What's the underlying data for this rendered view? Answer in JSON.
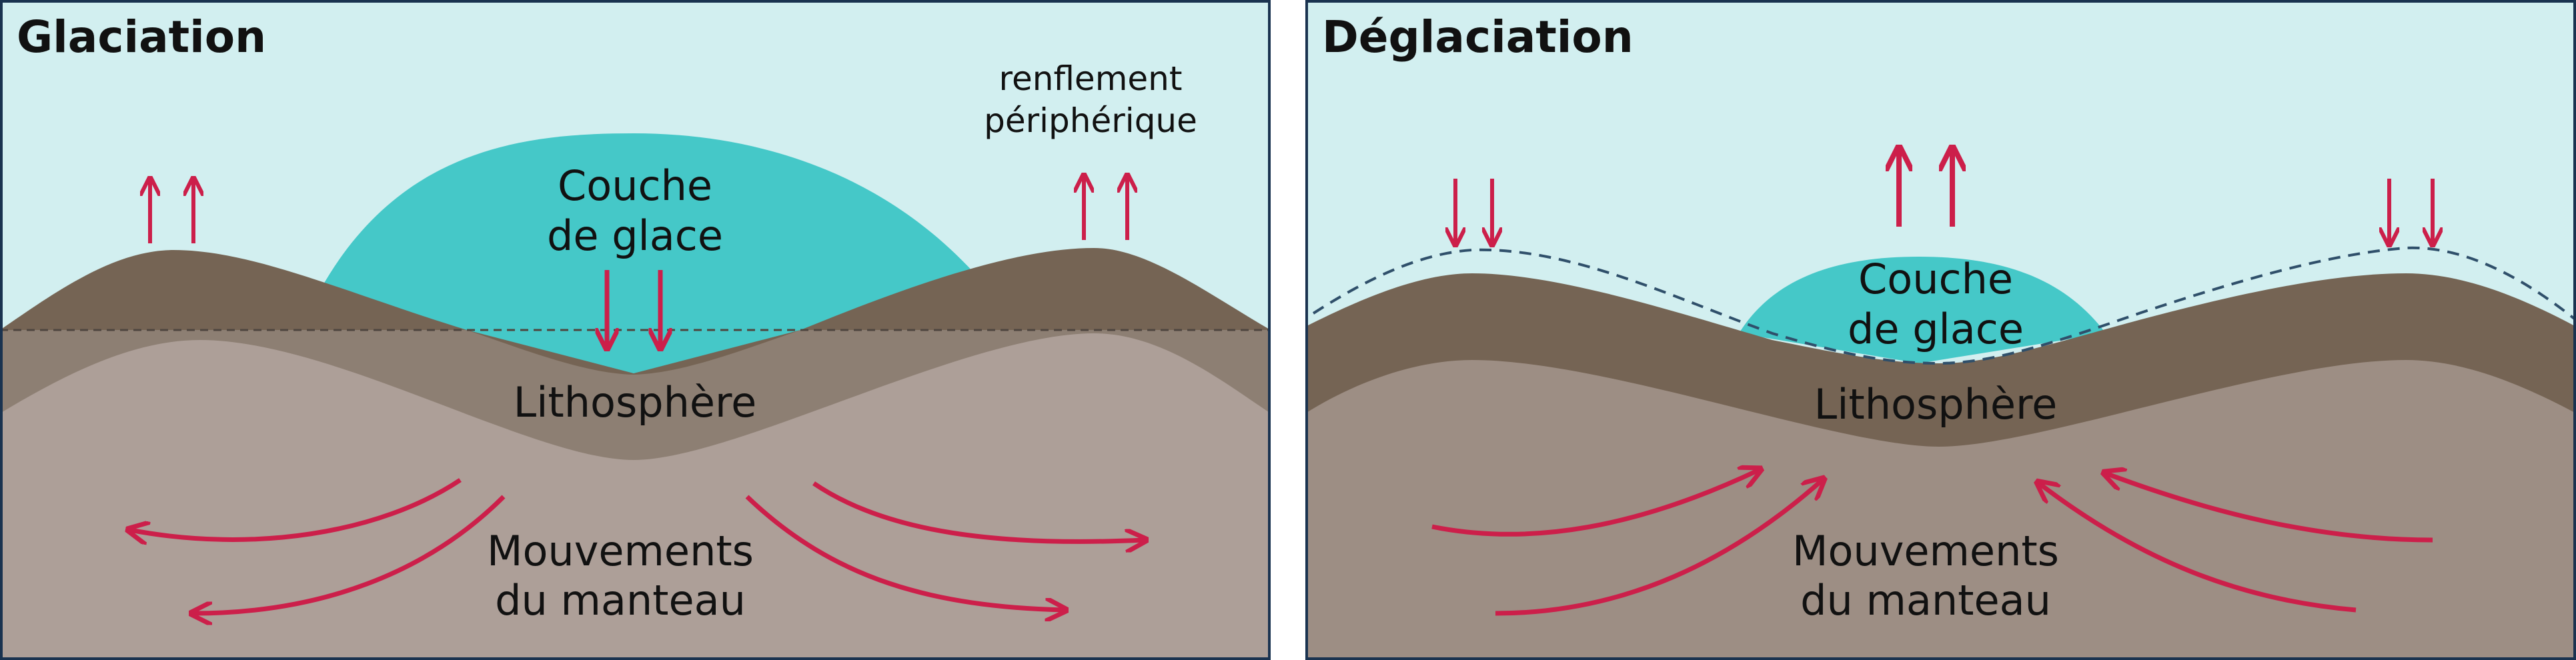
{
  "colors": {
    "sky": "#d2eff0",
    "ice": "#45c8c8",
    "crust_dark": "#756454",
    "crust_mid": "#8d7f73",
    "mantle_left": "#ad9f98",
    "mantle_right": "#9d8e84",
    "arrow": "#cc1f4a",
    "border": "#1a3350",
    "dashed": "#2f4f6a"
  },
  "left_panel": {
    "title": "Glaciation",
    "ice_label": [
      "Couche",
      "de glace"
    ],
    "litho_label": "Lithosphère",
    "bulge_label": [
      "renflement",
      "périphérique"
    ],
    "mantle_label": [
      "Mouvements",
      "du manteau"
    ]
  },
  "right_panel": {
    "title": "Déglaciation",
    "ice_label": [
      "Couche",
      "de glace"
    ],
    "litho_label": "Lithosphère",
    "mantle_label": [
      "Mouvements",
      "du manteau"
    ]
  }
}
